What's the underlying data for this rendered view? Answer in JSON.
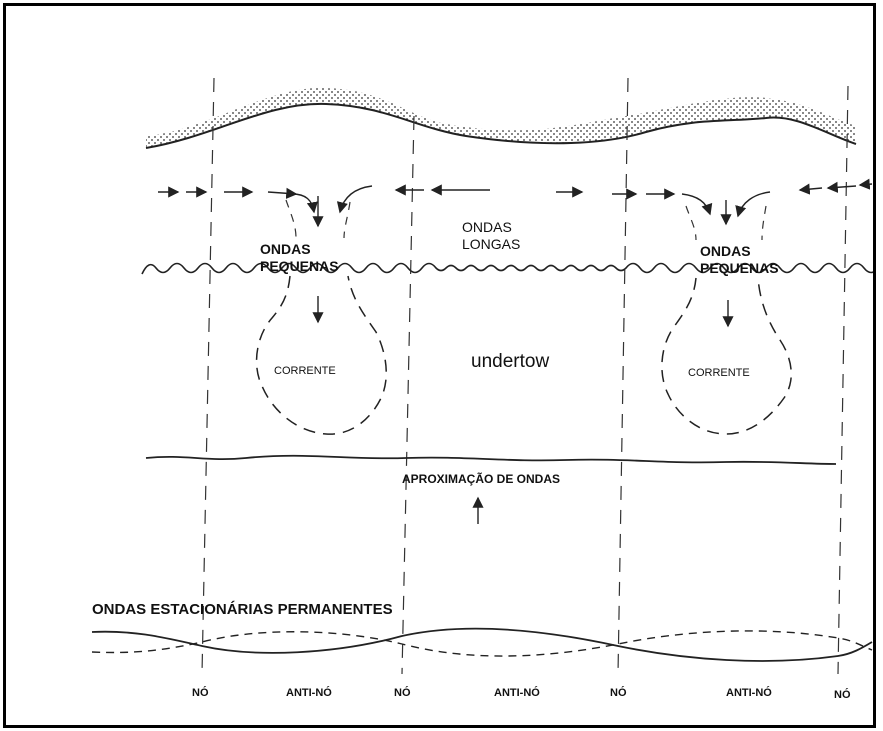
{
  "labels": {
    "ondas_pequenas": "ONDAS\nPEQUENAS",
    "ondas_longas": "ONDAS\nLONGAS",
    "undertow": "undertow",
    "corrente": "CORRENTE",
    "aproximacao": "APROXIMAÇÃO DE ONDAS",
    "estacionarias": "ONDAS ESTACIONÁRIAS PERMANENTES",
    "no": "NÓ",
    "anti_no": "ANTI-NÓ"
  },
  "bottom_labels": [
    "NÓ",
    "ANTI-NÓ",
    "NÓ",
    "ANTI-NÓ",
    "NÓ",
    "ANTI-NÓ",
    "NÓ"
  ],
  "colors": {
    "ink": "#222222",
    "border": "#000000",
    "grey_text": "#555555"
  }
}
